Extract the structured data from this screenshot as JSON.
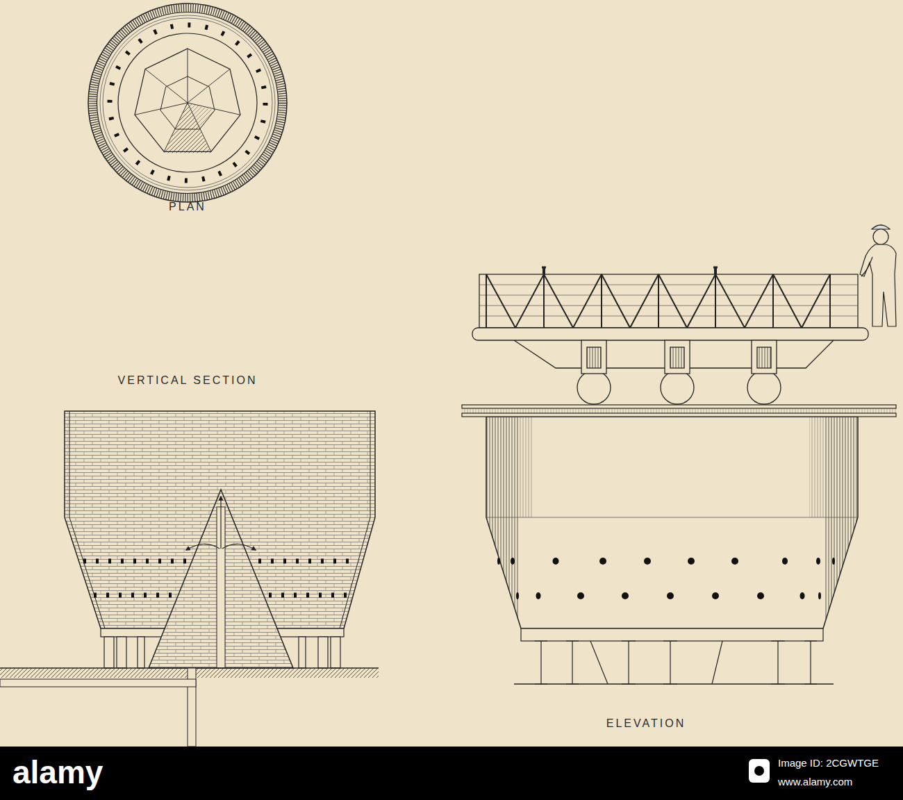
{
  "diagram": {
    "labels": [
      "PLAN",
      "VERTICAL SECTION",
      "ELEVATION",
      "alamy",
      "Image ID: 2CGWTGE",
      "www.alamy.com"
    ]
  }
}
